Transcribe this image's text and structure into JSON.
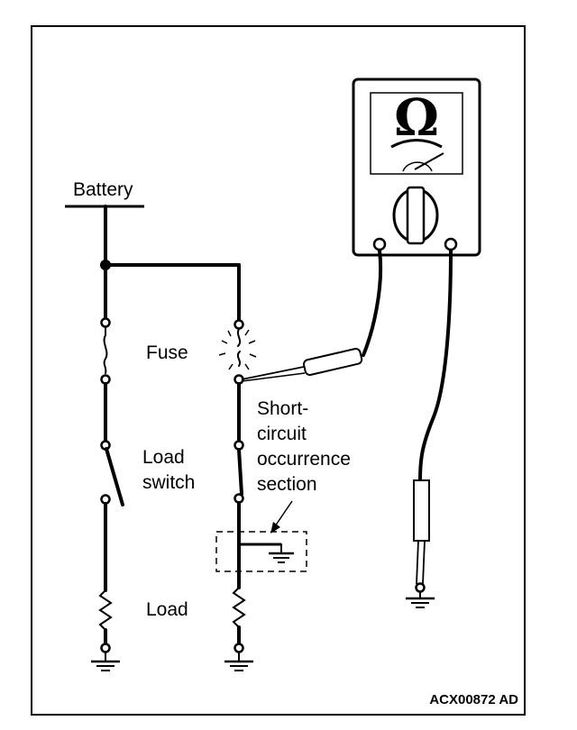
{
  "labels": {
    "battery": "Battery",
    "fuse": "Fuse",
    "load_switch_line1": "Load",
    "load_switch_line2": "switch",
    "load": "Load",
    "short_line1": "Short-",
    "short_line2": "circuit",
    "short_line3": "occurrence",
    "short_line4": "section",
    "figure_code": "ACX00872 AD"
  },
  "meter": {
    "symbol": "Ω",
    "icon": "ohmmeter-icon"
  }
}
